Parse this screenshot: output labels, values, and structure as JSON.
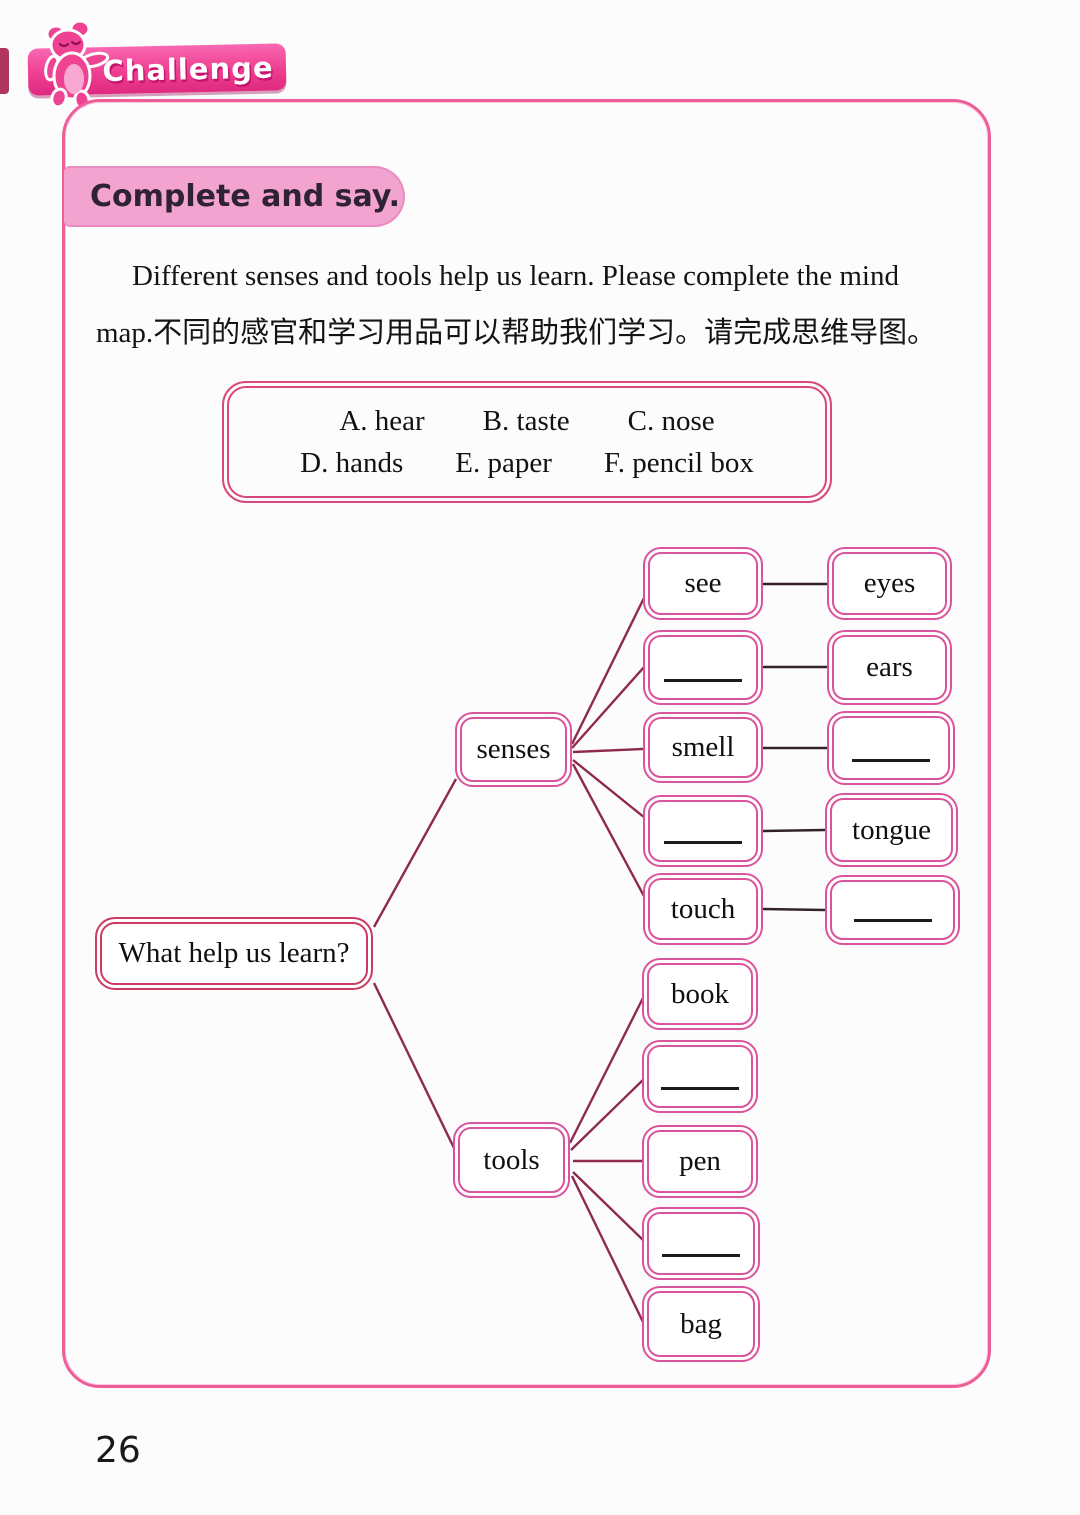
{
  "badge": {
    "label": "Challenge"
  },
  "section": {
    "title": "Complete and say."
  },
  "instructions": {
    "line1": "Different senses and tools help us learn. Please complete the mind",
    "line2": "map.不同的感官和学习用品可以帮助我们学习。请完成思维导图。"
  },
  "word_bank": {
    "row1": [
      "A. hear",
      "B. taste",
      "C. nose"
    ],
    "row2": [
      "D. hands",
      "E. paper",
      "F. pencil box"
    ]
  },
  "mindmap": {
    "root": "What help us learn?",
    "senses": {
      "label": "senses",
      "rows": [
        {
          "sense": "see",
          "organ": "eyes"
        },
        {
          "sense": "",
          "organ": "ears"
        },
        {
          "sense": "smell",
          "organ": ""
        },
        {
          "sense": "",
          "organ": "tongue"
        },
        {
          "sense": "touch",
          "organ": ""
        }
      ]
    },
    "tools": {
      "label": "tools",
      "items": [
        "book",
        "",
        "pen",
        "",
        "bag"
      ]
    }
  },
  "page_number": "26",
  "colors": {
    "frame_pink": "#ed5d97",
    "node_border": "#d9549c",
    "root_border": "#cb3a63",
    "branch_line": "#8e2b4d",
    "pair_line": "#33222c",
    "badge_pink": "#ef3e90",
    "header_bg": "#f3a3cf"
  }
}
